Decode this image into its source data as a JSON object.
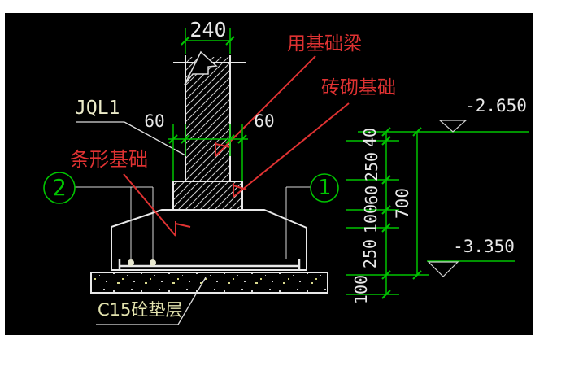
{
  "colors": {
    "background": "#000000",
    "dimension_green": "#00c400",
    "annotation_red": "#df3232",
    "line_white": "#e8e8e8",
    "tag_cream": "#ecebc9",
    "bedding_yellow": "#e3e3ae"
  },
  "annotations": {
    "beam_usage_note": "用基础梁",
    "brick_foundation_note": "砖砌基础",
    "strip_foundation_note": "条形基础",
    "beam_tag": "JQL1",
    "bedding_label": "C15砼垫层"
  },
  "dimensions": {
    "wall_width": "240",
    "left_offset": "60",
    "right_offset": "60",
    "right_chain": [
      "40",
      "250",
      "60",
      "100",
      "250",
      "100"
    ],
    "overall_height": "700"
  },
  "elevations": {
    "upper": "-2.650",
    "lower": "-3.350"
  },
  "bubbles": {
    "left": "2",
    "right": "1"
  }
}
